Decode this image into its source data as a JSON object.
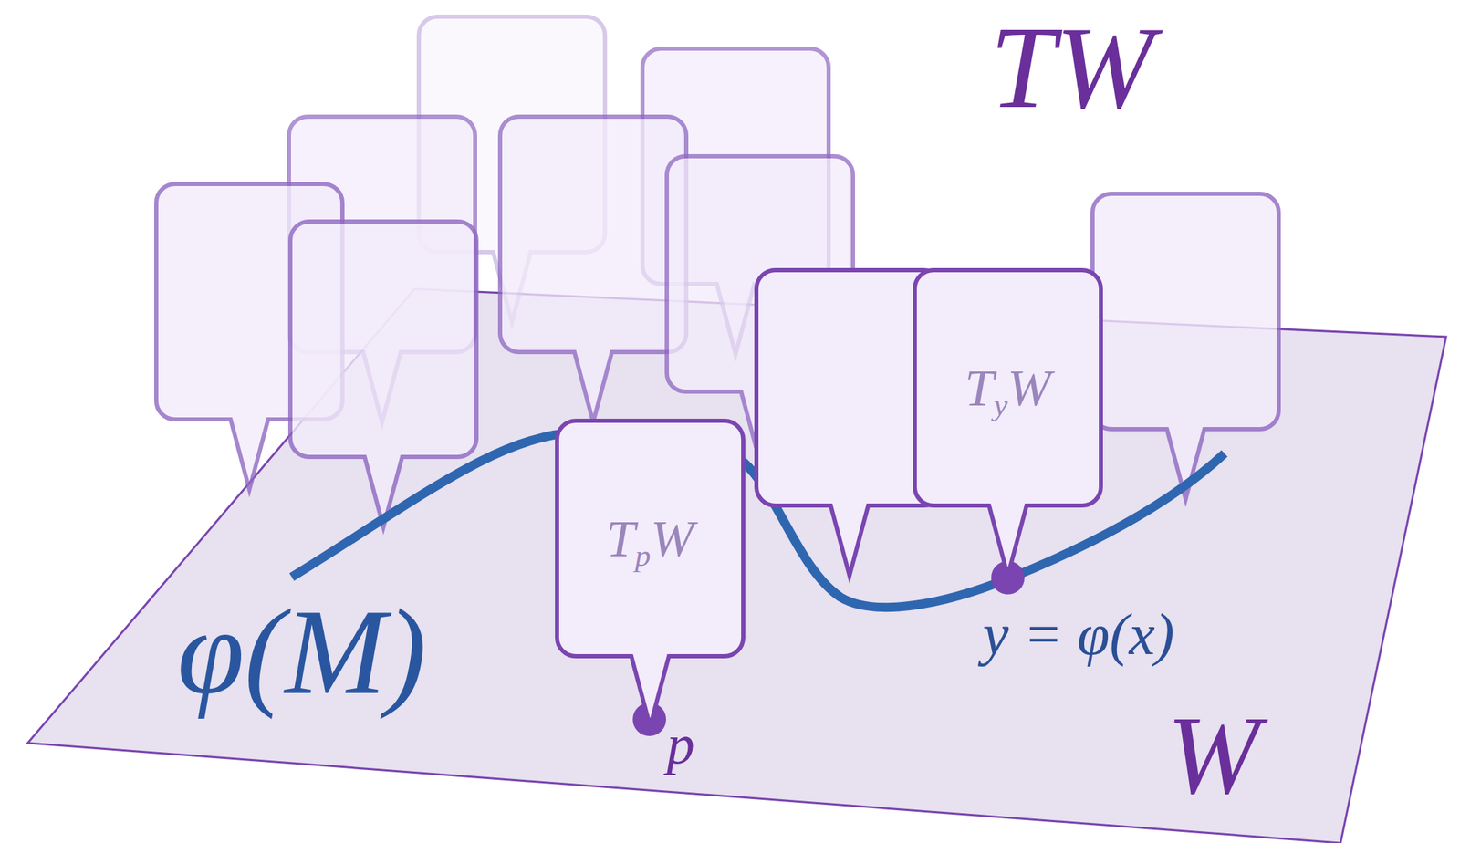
{
  "diagram": {
    "nodes": [
      {
        "text": [
          "TpW"
        ]
      },
      {
        "text": [
          "TyW"
        ]
      }
    ],
    "labels": [
      "TW",
      "φ(M)",
      "y = φ(x)",
      "p",
      "W"
    ]
  }
}
